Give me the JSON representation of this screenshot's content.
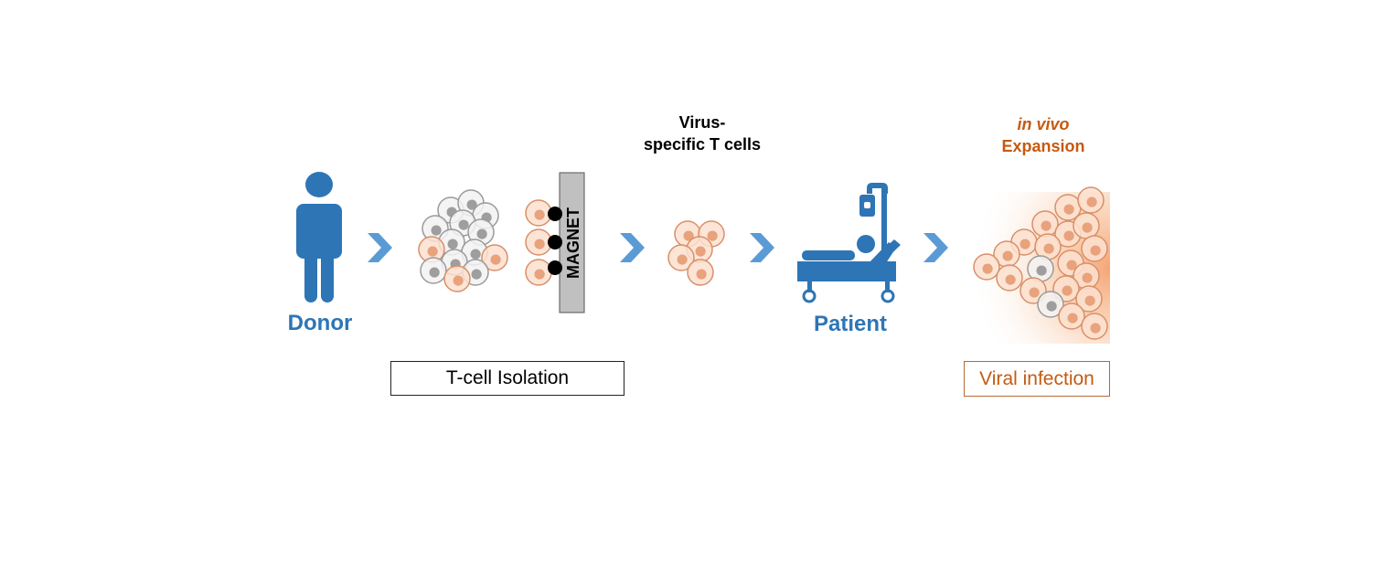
{
  "colors": {
    "blue": "#2e75b6",
    "orange": "#c55a11",
    "cell_orange_fill": "#fbe0cf",
    "cell_orange_stroke": "#d98f68",
    "cell_orange_nucleus": "#e8a27c",
    "cell_grey_fill": "#f2f2f2",
    "cell_grey_stroke": "#9a9a9a",
    "cell_grey_nucleus": "#9e9e9e",
    "magnet_fill": "#c0c0c0",
    "chevron": "#5b9bd5"
  },
  "icons": [
    "person-icon",
    "hospital-bed-icon",
    "iv-bag-icon",
    "magnet-icon",
    "chevron-right-icon"
  ],
  "labels": {
    "donor": "Donor",
    "patient": "Patient",
    "magnet": "MAGNET",
    "virus_specific_line1": "Virus-",
    "virus_specific_line2": "specific T cells",
    "in_vivo": "in vivo",
    "expansion": "Expansion"
  },
  "boxes": {
    "isolation": "T-cell Isolation",
    "infection": "Viral infection"
  }
}
